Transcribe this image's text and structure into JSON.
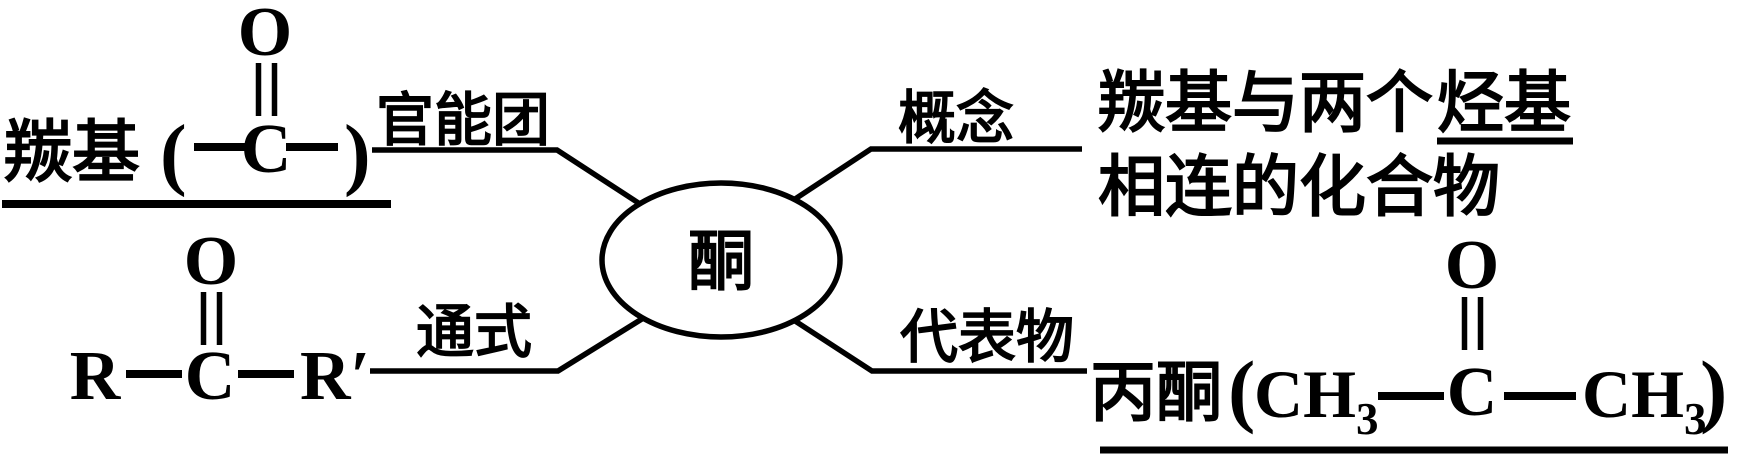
{
  "diagram": {
    "center_label": "酮",
    "left": {
      "functional_group": {
        "branch_label": "官能团",
        "group_name": "羰基",
        "open_paren": "(",
        "oxygen": "O",
        "carbon": "C",
        "close_paren": ")"
      },
      "general_formula": {
        "branch_label": "通式",
        "r_left": "R",
        "carbon": "C",
        "oxygen": "O",
        "r_right": "R′"
      }
    },
    "right": {
      "concept": {
        "branch_label": "概念",
        "line1_text": "羰基与两个",
        "line1_underlined": "烃基",
        "line2_text": "相连的化合物"
      },
      "representative": {
        "branch_label": "代表物",
        "compound_name": "丙酮",
        "open_paren": "(",
        "methyl": "CH",
        "methyl_subscript": "3",
        "carbon": "C",
        "oxygen": "O",
        "close_paren": ")"
      }
    }
  },
  "colors": {
    "ink": "#000000",
    "background": "#ffffff"
  }
}
